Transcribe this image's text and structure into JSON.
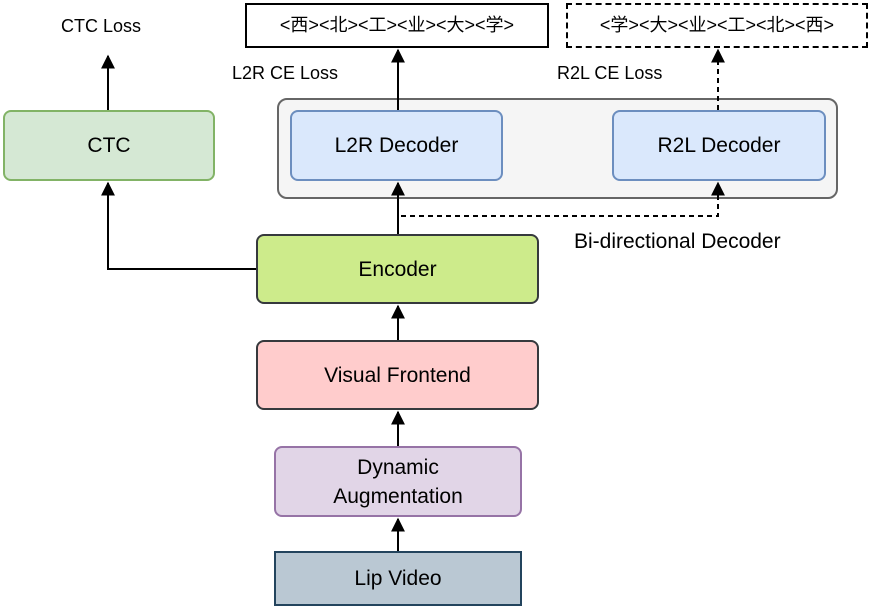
{
  "labels": {
    "ctc_loss": "CTC Loss",
    "l2r_ce_loss": "L2R CE Loss",
    "r2l_ce_loss": "R2L CE Loss",
    "bidirectional": "Bi-directional Decoder"
  },
  "outputs": {
    "l2r_sequence": "<西><北><工><业><大><学>",
    "r2l_sequence": "<学><大><业><工><北><西>"
  },
  "blocks": {
    "ctc": "CTC",
    "l2r_decoder": "L2R Decoder",
    "r2l_decoder": "R2L Decoder",
    "encoder": "Encoder",
    "visual_frontend": "Visual Frontend",
    "dynamic_line1": "Dynamic",
    "dynamic_line2": "Augmentation",
    "lip_video": "Lip Video"
  },
  "colors": {
    "ctc": "#d5e8d4",
    "ctc_border": "#82b366",
    "decoder": "#dae8fc",
    "decoder_border": "#6c8ebf",
    "decoder_group": "#f5f5f5",
    "decoder_group_border": "#666666",
    "encoder": "#cdeb8b",
    "encoder_border": "#36393d",
    "visual_frontend": "#ffcccc",
    "visual_frontend_border": "#36393d",
    "dynamic": "#e1d5e7",
    "dynamic_border": "#9673a6",
    "lip_video": "#bac8d3",
    "lip_video_border": "#23445d"
  }
}
